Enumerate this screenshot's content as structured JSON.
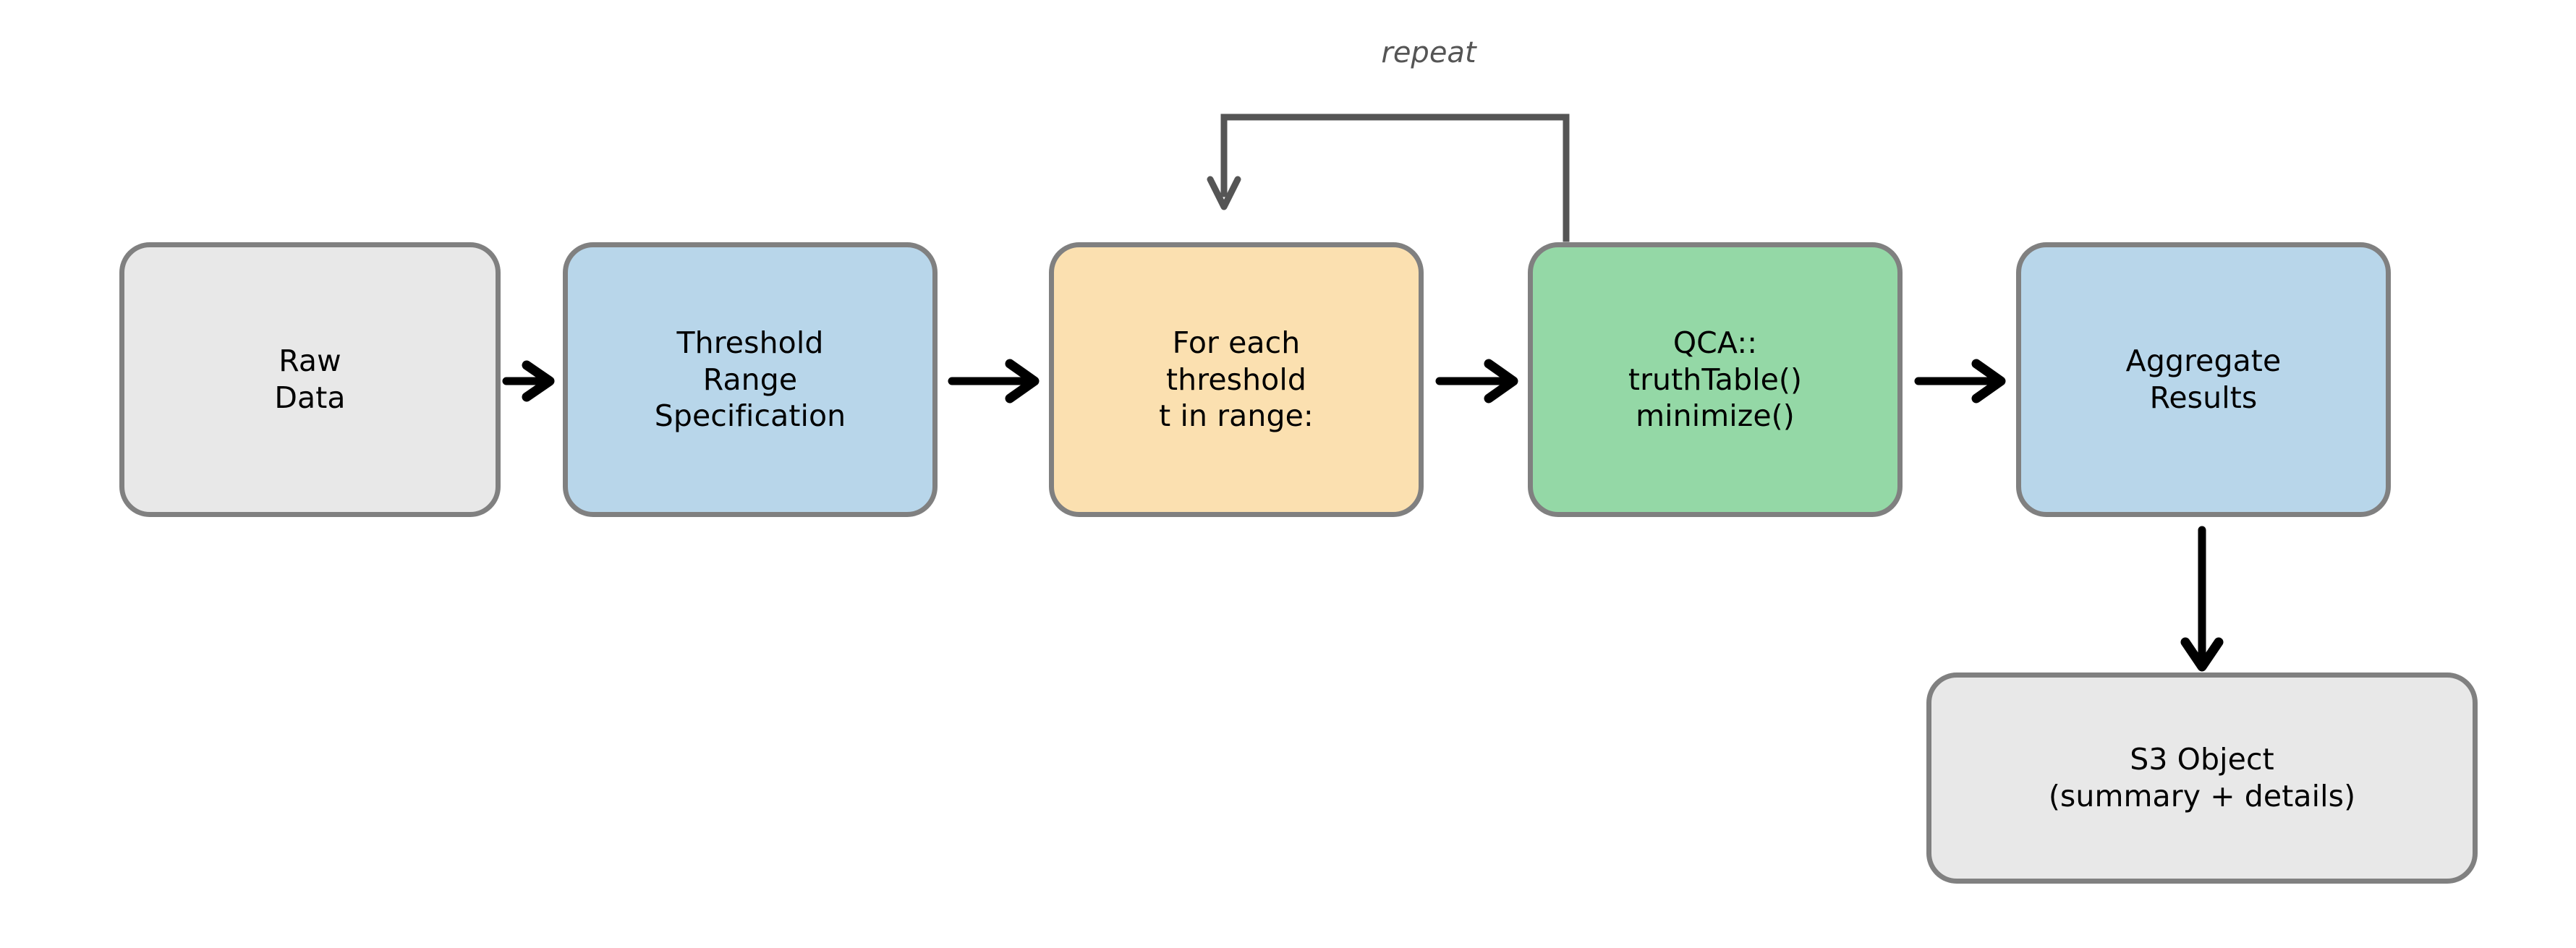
{
  "diagram": {
    "title": "",
    "nodes": [
      {
        "id": "raw-data",
        "label": "Raw\nData",
        "fill": "#e8e8e8",
        "stroke": "#808080"
      },
      {
        "id": "threshold",
        "label": "Threshold\nRange\nSpecification",
        "fill": "#b8d6ea",
        "stroke": "#808080"
      },
      {
        "id": "foreach",
        "label": "For each\nthreshold\nt in range:",
        "fill": "#fbe0b0",
        "stroke": "#808080"
      },
      {
        "id": "qca",
        "label": "QCA::\ntruthTable()\nminimize()",
        "fill": "#94d8a6",
        "stroke": "#808080"
      },
      {
        "id": "aggregate",
        "label": "Aggregate\nResults",
        "fill": "#b8d6ea",
        "stroke": "#808080"
      },
      {
        "id": "s3",
        "label": "S3 Object\n(summary + details)",
        "fill": "#e8e8e8",
        "stroke": "#808080"
      }
    ],
    "edges": [
      {
        "id": "raw-to-threshold",
        "from": "raw-data",
        "to": "threshold",
        "label": "",
        "color": "#000000"
      },
      {
        "id": "threshold-to-foreach",
        "from": "threshold",
        "to": "foreach",
        "label": "",
        "color": "#000000"
      },
      {
        "id": "foreach-to-qca",
        "from": "foreach",
        "to": "qca",
        "label": "",
        "color": "#000000"
      },
      {
        "id": "qca-to-aggregate",
        "from": "qca",
        "to": "aggregate",
        "label": "",
        "color": "#000000"
      },
      {
        "id": "aggregate-to-s3",
        "from": "aggregate",
        "to": "s3",
        "label": "",
        "color": "#000000"
      },
      {
        "id": "qca-repeat-foreach",
        "from": "qca",
        "to": "foreach",
        "label": "repeat",
        "color": "#555555"
      }
    ],
    "loop_label": "repeat"
  }
}
